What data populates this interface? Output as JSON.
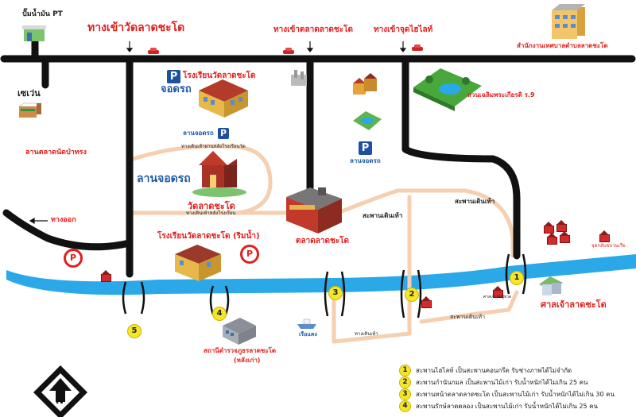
{
  "labels": {
    "gas_station": "ปั๊มน้ำมัน PT",
    "temple_entrance": "ทางเข้าวัดลาดชะโด",
    "market_entrance": "ทางเข้าตลาดลาดชะโด",
    "hi_light_entrance": "ทางเข้าจุดไฮไลท์",
    "subdistrict_office": "สำนักงานเทศบาลตำบลลาดชะโด",
    "seven_eleven": "เซเว่น",
    "school": "โรงเรียนวัดลาดชะโด",
    "parking_top": "จอดรถ",
    "parking_lot_small": "ลานจอดรถ",
    "walkway_school": "ทางเดินเท้าผ่านหลังโรงเรียนวัด",
    "parking_big": "ลานจอดรถ",
    "temple": "วัดลาดชะโด",
    "walkway_back_school": "ทางเดินเท้าหลังโรงเรียน",
    "market_field": "ลานตลาดนัดป่าทรง",
    "exit": "ทางออก",
    "market": "ตลาดลาดชะโด",
    "park": "สวนเฉลิมพระเกียรติ ร.9",
    "parking_right": "ลานจอดรถ",
    "boardwalk_1": "สะพานเดินเท้า",
    "boardwalk_2": "สะพานเดินเท้า",
    "boardwalk_3": "สะพานเดินเท้า",
    "walkway_bottom": "ทางเดินเท้า",
    "riverside_school": "โรงเรียนวัดลาดชะโด (ริมน้ำ)",
    "police_station": "สถานีตำรวจภูธรลาดชะโด",
    "police_station_note": "(หลังเก่า)",
    "boat_pier": "เรือแคง",
    "shrine": "ศาลเจ้าลาดชะโด",
    "shrine_note": "ศาลเจ้าพ่อปู่ทวด",
    "boat_stop": "จุดกลับขบวนเรือ",
    "compass": "N"
  },
  "markers": [
    "1",
    "2",
    "3",
    "4",
    "5"
  ],
  "legend": [
    {
      "num": "1",
      "text": "สะพานไฮไลท์ เป็นสะพานคอนกรีต รับช่างภาพได้ไม่จำกัด"
    },
    {
      "num": "2",
      "text": "สะพานกำนันกมล เป็นสะพานไม้เก่า รับน้ำหนักได้ไม่เกิน 25 คน"
    },
    {
      "num": "3",
      "text": "สะพานหน้าตลาดลาดชะโด เป็นสะพานไม้เก่า รับน้ำหนักได้ไม่เกิน 30 คน"
    },
    {
      "num": "4",
      "text": "สะพานรักษ์ลาดตลอง เป็นสะพานไม้เก่า รับน้ำหนักได้ไม่เกิน 25 คน"
    }
  ],
  "colors": {
    "road": "#111111",
    "river": "#2aa8e8",
    "walkway": "#f5cfb0",
    "label_red": "#e0201e",
    "label_blue": "#1f5aa6",
    "marker_yellow": "#f6e629"
  }
}
